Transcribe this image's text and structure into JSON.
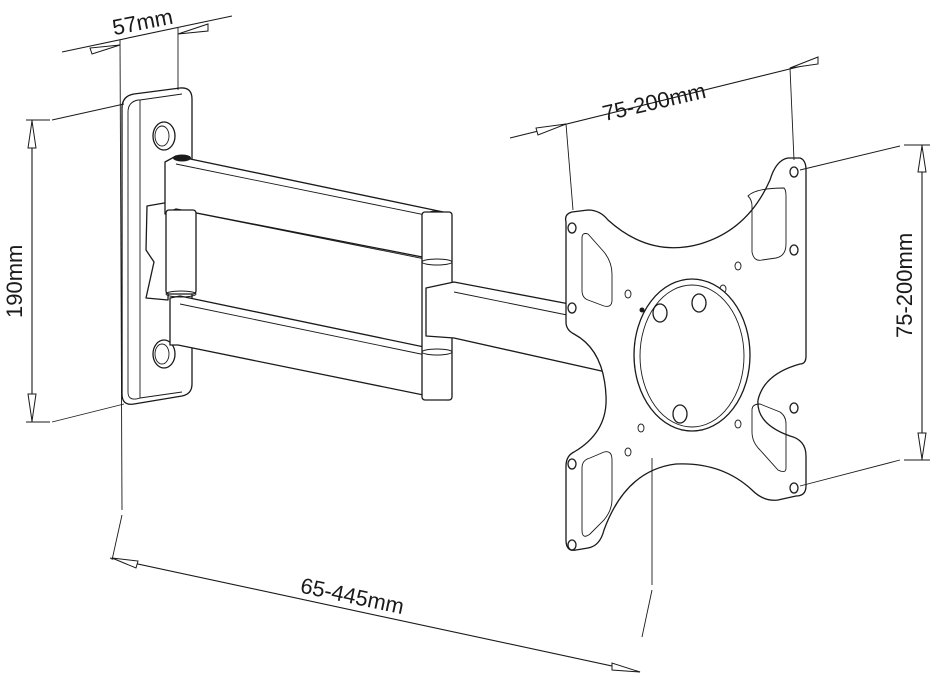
{
  "diagram": {
    "subject": "Articulating TV wall mount bracket",
    "line_color": "#1a1a1a",
    "background": "#ffffff",
    "parts": {
      "wall_plate": "wall-plate",
      "arm": "double-swing-arm",
      "vesa_plate": "vesa-mounting-plate"
    },
    "dimensions": {
      "wall_plate_depth": "57mm",
      "wall_plate_height": "190mm",
      "vesa_horizontal": "75-200mm",
      "vesa_vertical": "75-200mm",
      "extension": "65-445mm"
    }
  }
}
